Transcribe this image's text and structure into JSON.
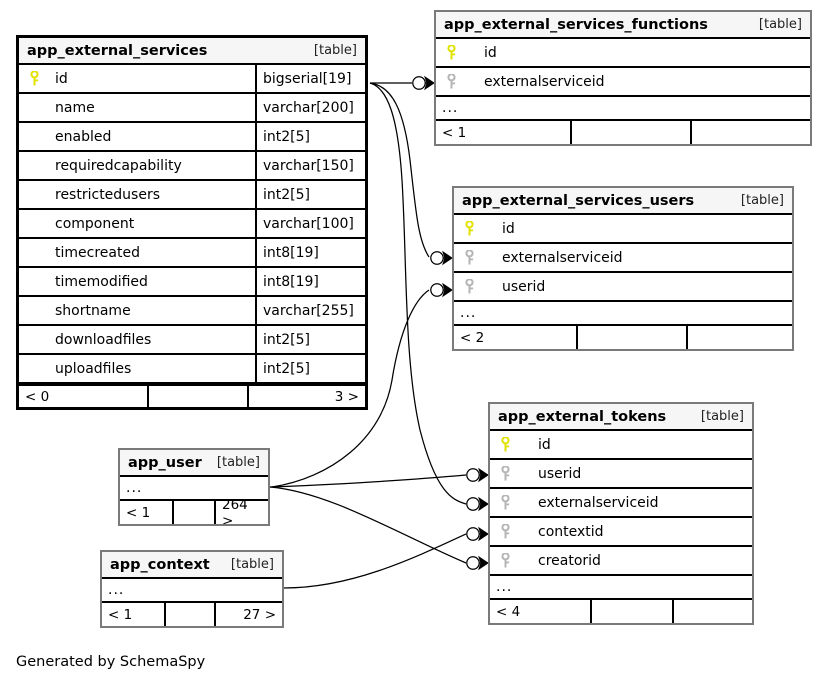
{
  "caption": "Generated by SchemaSpy",
  "labels": {
    "table_tag": "[table]",
    "ellipsis": "..."
  },
  "icons": {
    "pk": "primary-key-icon",
    "fk": "foreign-key-icon"
  },
  "colors": {
    "pk_key": "#e8e800",
    "fk_key": "#b5b5b5",
    "header_bg": "#f6f6f6",
    "border": "#000000",
    "outer_border": "#7a7a7a",
    "edge": "#000000"
  },
  "tables": [
    {
      "id": "app_external_services",
      "name": "app_external_services",
      "tag": "[table]",
      "emphasized": true,
      "show_types": true,
      "has_ellipsis_row": false,
      "columns": [
        {
          "key": "pk",
          "name": "id",
          "type": "bigserial[19]"
        },
        {
          "key": "",
          "name": "name",
          "type": "varchar[200]"
        },
        {
          "key": "",
          "name": "enabled",
          "type": "int2[5]"
        },
        {
          "key": "",
          "name": "requiredcapability",
          "type": "varchar[150]"
        },
        {
          "key": "",
          "name": "restrictedusers",
          "type": "int2[5]"
        },
        {
          "key": "",
          "name": "component",
          "type": "varchar[100]"
        },
        {
          "key": "",
          "name": "timecreated",
          "type": "int8[19]"
        },
        {
          "key": "",
          "name": "timemodified",
          "type": "int8[19]"
        },
        {
          "key": "",
          "name": "shortname",
          "type": "varchar[255]"
        },
        {
          "key": "",
          "name": "downloadfiles",
          "type": "int2[5]"
        },
        {
          "key": "",
          "name": "uploadfiles",
          "type": "int2[5]"
        }
      ],
      "footer": [
        "< 0",
        "",
        "3 >"
      ]
    },
    {
      "id": "app_external_services_functions",
      "name": "app_external_services_functions",
      "tag": "[table]",
      "emphasized": false,
      "show_types": false,
      "has_ellipsis_row": true,
      "columns": [
        {
          "key": "pk",
          "name": "id",
          "type": ""
        },
        {
          "key": "fk",
          "name": "externalserviceid",
          "type": ""
        }
      ],
      "footer": [
        "< 1",
        "",
        ""
      ]
    },
    {
      "id": "app_external_services_users",
      "name": "app_external_services_users",
      "tag": "[table]",
      "emphasized": false,
      "show_types": false,
      "has_ellipsis_row": true,
      "columns": [
        {
          "key": "pk",
          "name": "id",
          "type": ""
        },
        {
          "key": "fk",
          "name": "externalserviceid",
          "type": ""
        },
        {
          "key": "fk",
          "name": "userid",
          "type": ""
        }
      ],
      "footer": [
        "< 2",
        "",
        ""
      ]
    },
    {
      "id": "app_external_tokens",
      "name": "app_external_tokens",
      "tag": "[table]",
      "emphasized": false,
      "show_types": false,
      "has_ellipsis_row": true,
      "columns": [
        {
          "key": "pk",
          "name": "id",
          "type": ""
        },
        {
          "key": "fk",
          "name": "userid",
          "type": ""
        },
        {
          "key": "fk",
          "name": "externalserviceid",
          "type": ""
        },
        {
          "key": "fk",
          "name": "contextid",
          "type": ""
        },
        {
          "key": "fk",
          "name": "creatorid",
          "type": ""
        }
      ],
      "footer": [
        "< 4",
        "",
        ""
      ]
    },
    {
      "id": "app_user",
      "name": "app_user",
      "tag": "[table]",
      "emphasized": false,
      "show_types": false,
      "has_ellipsis_row": true,
      "columns": [],
      "footer": [
        "< 1",
        "",
        "264 >"
      ]
    },
    {
      "id": "app_context",
      "name": "app_context",
      "tag": "[table]",
      "emphasized": false,
      "show_types": false,
      "has_ellipsis_row": true,
      "columns": [],
      "footer": [
        "< 1",
        "",
        "27 >"
      ]
    }
  ],
  "relationships": [
    {
      "from": "app_external_services.id",
      "to": "app_external_services_functions.externalserviceid"
    },
    {
      "from": "app_external_services.id",
      "to": "app_external_services_users.externalserviceid"
    },
    {
      "from": "app_external_services.id",
      "to": "app_external_tokens.externalserviceid"
    },
    {
      "from": "app_external_services_users.userid",
      "to": "app_user"
    },
    {
      "from": "app_user",
      "to": "app_external_tokens.userid"
    },
    {
      "from": "app_user",
      "to": "app_external_tokens.creatorid"
    },
    {
      "from": "app_context",
      "to": "app_external_tokens.contextid"
    }
  ]
}
